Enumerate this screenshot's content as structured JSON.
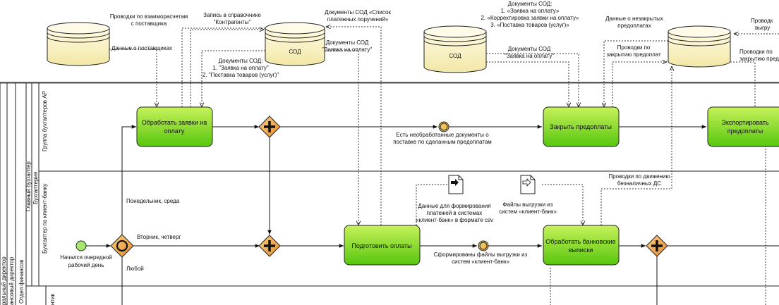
{
  "datastores": {
    "ds1": "",
    "ds2": "СОД",
    "ds3": "СОД",
    "ds4": ""
  },
  "tasks": {
    "t1": [
      "Обработать заявки на",
      "оплату"
    ],
    "t2": [
      "Подготовить оплаты"
    ],
    "t3": [
      "Закрыть предоплаты"
    ],
    "t4": [
      "Обработать банковские",
      "выписки"
    ],
    "t5": [
      "Экспортировать",
      "предоплаты"
    ]
  },
  "documents": {
    "doc1": [
      "Данные для формирования",
      "платежей в системах",
      "«клиент-банк» в формате csv"
    ],
    "doc2": [
      "Файлы выгрузки из",
      "систем «клиент-банк»"
    ]
  },
  "annotations": {
    "a1": [
      "Проводки по взаиморасчетам",
      "с поставщика"
    ],
    "a2": [
      "Запись в справочнике",
      "\"Контрагенты\""
    ],
    "a3": [
      "Документы СОД «Список",
      "платежных поручений»"
    ],
    "a4": [
      "Данные о поставщиках"
    ],
    "a5": [
      "Документы СОД",
      "\"Заявка на оплату\""
    ],
    "a6": [
      "Документы СОД:",
      "1. \"Заявка на оплату\"",
      "2. \"Поставка товаров (услуг)\""
    ],
    "a7": [
      "Документы СОД:",
      "1. «Заявка на оплату»",
      "2. «Корректировка заявки на оплату»",
      "3. «Поставка товаров (услуг)»"
    ],
    "a8": [
      "Документы СОД",
      "\"Заявка на оплату\""
    ],
    "a9": [
      "Данные о незакрытых",
      "предоплатах"
    ],
    "a10": [
      "Проводки по",
      "закрытию предоплат"
    ],
    "a11": [
      "Проводк",
      "выгру"
    ],
    "a12": [
      "Проводки по",
      "закрытию предопл"
    ],
    "a13": [
      "Проводки по движению",
      "безналичных ДС"
    ]
  },
  "events": {
    "start": [
      "Начался очередной",
      "рабочий день"
    ],
    "e1": [
      "Есть необработанные документы о",
      "поставке по сделанным предоплатам"
    ],
    "e2": [
      "Сформированы файлы выгрузки из",
      "систем «клиент-банк»"
    ]
  },
  "conditions": {
    "c1": "Понедельник, среда",
    "c2": "Вторник, четверг",
    "c3": "Любой"
  },
  "lanes": {
    "pool_outer": [
      "ральный директор",
      "ансовый директор",
      "Отдел финансов"
    ],
    "glav": "Главный бухгалтер",
    "buh": "Бухгалтерия",
    "ap_group": "Группа бухгалтеров AP",
    "bank_buh": "Бухгалтер по клиент-банку",
    "bottom_partial": "нтик"
  }
}
